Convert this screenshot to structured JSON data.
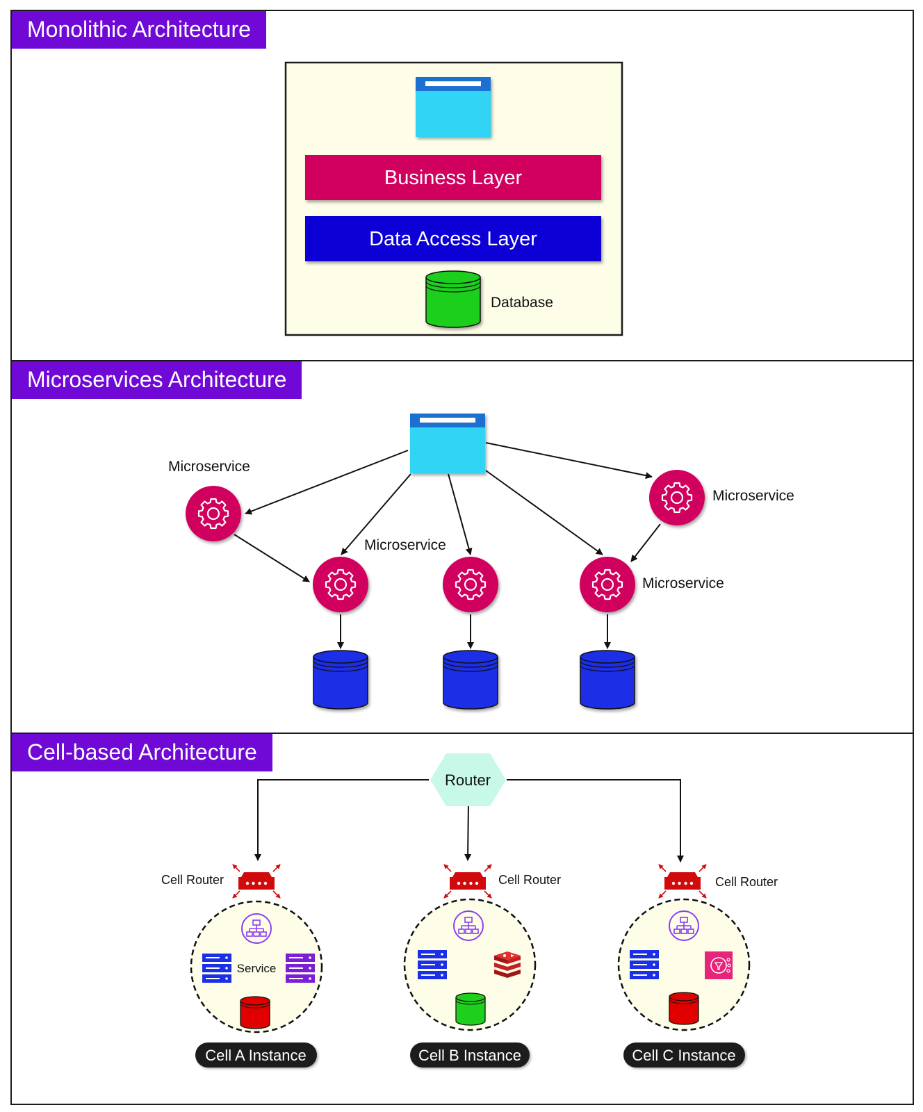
{
  "sections": {
    "monolithic": {
      "title": "Monolithic Architecture",
      "business_layer": "Business Layer",
      "data_access_layer": "Data Access Layer",
      "database_label": "Database"
    },
    "microservices": {
      "title": "Microservices Architecture",
      "labels": [
        "Microservice",
        "Microservice",
        "Microservice",
        "Microservice"
      ]
    },
    "cell": {
      "title": "Cell-based Architecture",
      "router": "Router",
      "cells": [
        {
          "router_label": "Cell Router",
          "instance_label": "Cell A Instance",
          "service_label": "Service"
        },
        {
          "router_label": "Cell Router",
          "instance_label": "Cell B Instance"
        },
        {
          "router_label": "Cell Router",
          "instance_label": "Cell C Instance"
        }
      ]
    }
  },
  "colors": {
    "banner": "#7009d6",
    "business": "#d1005f",
    "data_access": "#0a00d6",
    "window": "#33d4f5",
    "microservice": "#d1005f",
    "db_blue": "#1a2fe6",
    "db_green": "#1ecf1e",
    "db_red": "#e00000",
    "router_hex": "#c8f9e8",
    "cell_router": "#d10b0b"
  }
}
